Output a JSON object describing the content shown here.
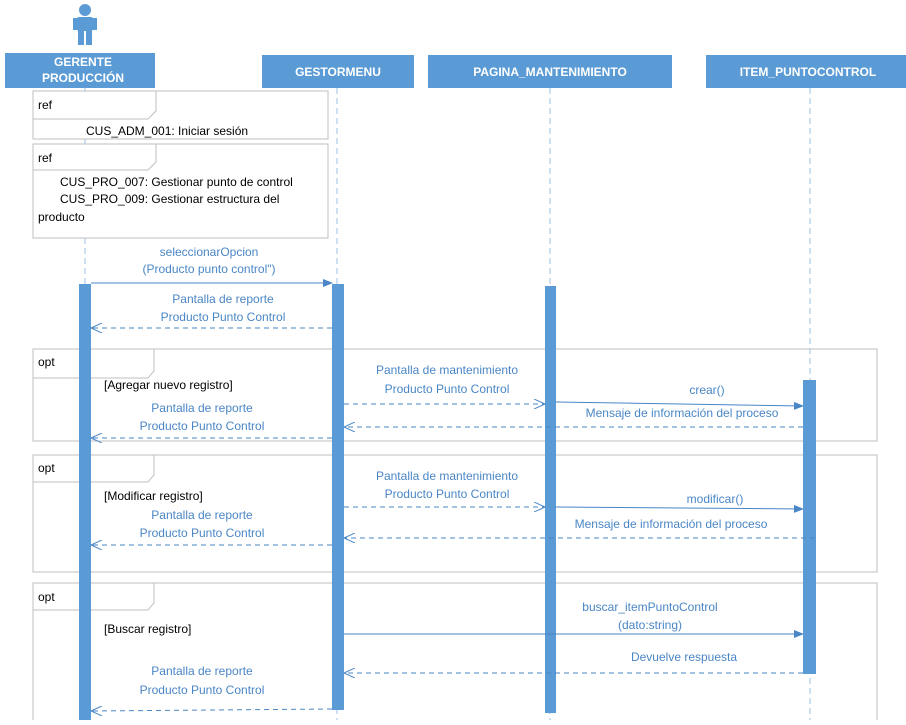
{
  "colors": {
    "header": "#5b9bd5",
    "header_text": "#ffffff",
    "message": "#4a86c5",
    "message_text": "#4a86c5",
    "frame_border": "#bfbfbf",
    "text": "#000000",
    "lifeline": "#9dc3e6",
    "activation": "#5b9bd5"
  },
  "actor": {
    "icon": "person-icon",
    "label_line1": "GERENTE",
    "label_line2": "PRODUCCIÓN"
  },
  "participants": {
    "gestor": "GESTORMENU",
    "pagina": "PAGINA_MANTENIMIENTO",
    "item": "ITEM_PUNTOCONTROL"
  },
  "refs": [
    {
      "tag": "ref",
      "lines": [
        "CUS_ADM_001: Iniciar sesión"
      ]
    },
    {
      "tag": "ref",
      "lines": [
        "CUS_PRO_007: Gestionar punto de control",
        "CUS_PRO_009: Gestionar estructura del",
        "producto"
      ]
    }
  ],
  "messages": {
    "m1": [
      "seleccionarOpcion",
      "(Producto punto control\")"
    ],
    "m2": [
      "Pantalla de reporte",
      "Producto Punto Control"
    ]
  },
  "opt_frames": [
    {
      "tag": "opt",
      "guard": "[Agregar nuevo registro]",
      "to_page": [
        "Pantalla de mantenimiento",
        "Producto  Punto Control"
      ],
      "to_item": "crear()",
      "reply_item": "Mensaje de información del proceso",
      "reply_actor": [
        "Pantalla de reporte",
        "Producto  Punto Control"
      ]
    },
    {
      "tag": "opt",
      "guard": "[Modificar registro]",
      "to_page": [
        "Pantalla de mantenimiento",
        "Producto  Punto Control"
      ],
      "to_item": "modificar()",
      "reply_item": "Mensaje de información del proceso",
      "reply_actor": [
        "Pantalla de reporte",
        "Producto  Punto Control"
      ]
    },
    {
      "tag": "opt",
      "guard": "[Buscar registro]",
      "to_item": [
        "buscar_itemPuntoControl",
        "(dato:string)"
      ],
      "reply_item": "Devuelve respuesta",
      "reply_actor": [
        "Pantalla de reporte",
        "Producto  Punto Control"
      ]
    }
  ]
}
